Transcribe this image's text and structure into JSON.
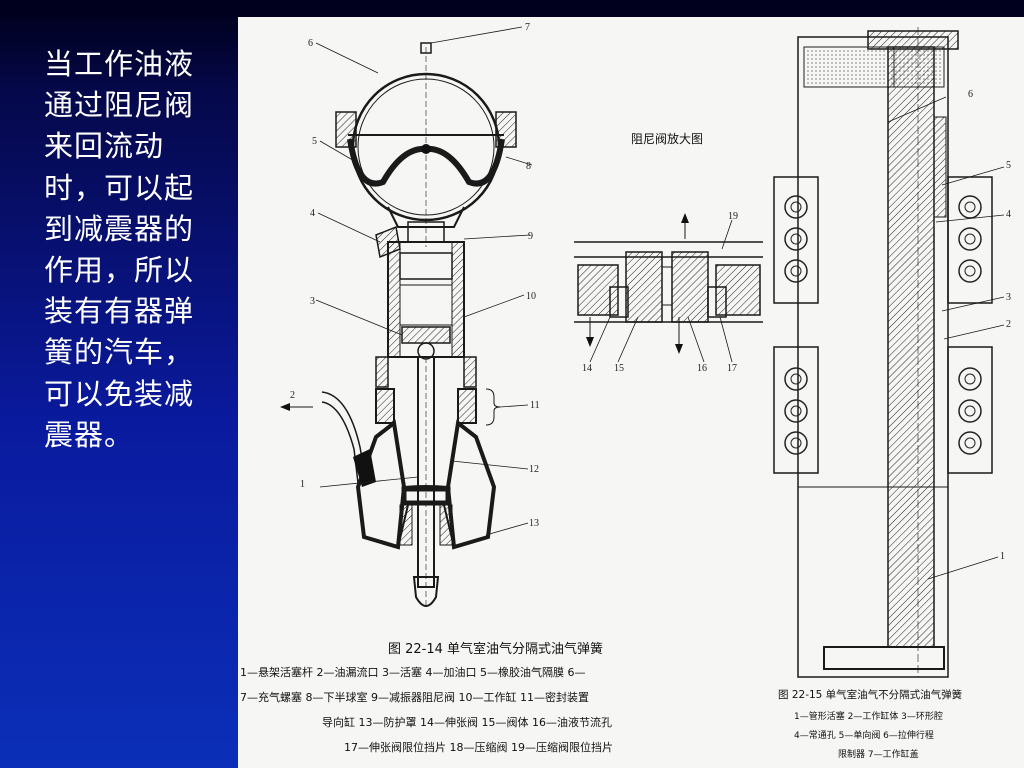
{
  "slide": {
    "text": "当工作油液通过阻尼阀来回流动时，可以起到减震器的作用，所以装有有器弹簧的汽车，可以免装减震器。"
  },
  "figure_left": {
    "labels": [
      "1",
      "2",
      "3",
      "4",
      "5",
      "6",
      "7",
      "8",
      "9",
      "10",
      "11",
      "12",
      "13"
    ],
    "caption_title": "图 22-14    单气室油气分隔式油气弹簧",
    "legend_line1": "1—悬架活塞杆    2—油漏流口    3—活塞    4—加油口    5—橡胶油气隔膜    6—",
    "legend_line2": "7—充气螺塞    8—下半球室    9—减振器阻尼阀    10—工作缸    11—密封装置",
    "legend_line3": "导向缸    13—防护罩    14—伸张阀    15—阀体    16—油液节流孔",
    "legend_line4": "17—伸张阀限位挡片    18—压缩阀    19—压缩阀限位挡片"
  },
  "figure_middle": {
    "title": "阻尼阀放大图",
    "labels": [
      "14",
      "15",
      "16",
      "17",
      "19"
    ]
  },
  "figure_right": {
    "labels": [
      "1",
      "2",
      "3",
      "4",
      "5",
      "6"
    ],
    "caption_title": "图 22-15    单气室油气不分隔式油气弹簧",
    "legend_line1": "1—管形活塞    2—工作缸体    3—环形腔",
    "legend_line2": "4—常通孔    5—单向阀    6—拉伸行程",
    "legend_line3": "限制器    7—工作缸盖"
  }
}
